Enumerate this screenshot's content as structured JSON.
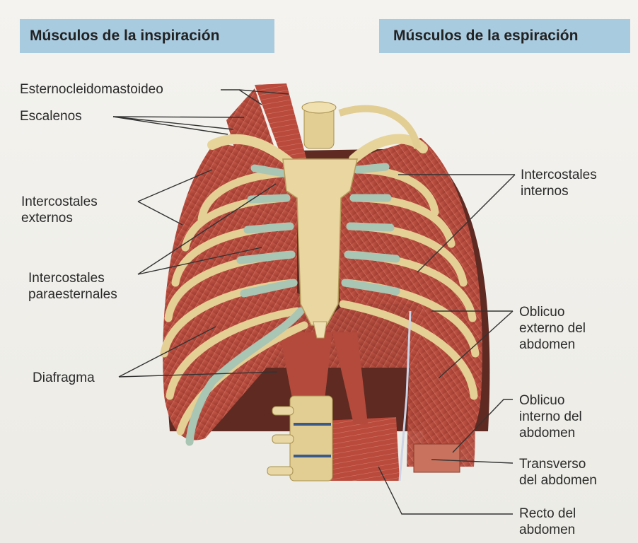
{
  "headings": {
    "inspiration": "Músculos de la inspiración",
    "expiration": "Músculos de la espiración"
  },
  "labels": {
    "esternocleidomastoideo": "Esternocleidomastoideo",
    "escalenos": "Escalenos",
    "intercostales_externos": [
      "Intercostales",
      "externos"
    ],
    "intercostales_paraesternales": [
      "Intercostales",
      "paraesternales"
    ],
    "diafragma": "Diafragma",
    "intercostales_internos": [
      "Intercostales",
      "internos"
    ],
    "oblicuo_externo": [
      "Oblicuo",
      "externo del",
      "abdomen"
    ],
    "oblicuo_interno": [
      "Oblicuo",
      "interno del",
      "abdomen"
    ],
    "transverso": [
      "Transverso",
      "del abdomen"
    ],
    "recto": [
      "Recto del",
      "abdomen"
    ]
  },
  "colors": {
    "heading_bg": "#a9cbe0",
    "muscle": "#b8453a",
    "bone": "#e6d29a",
    "cartilage": "#a8c4b4",
    "leader_line": "#333333"
  }
}
